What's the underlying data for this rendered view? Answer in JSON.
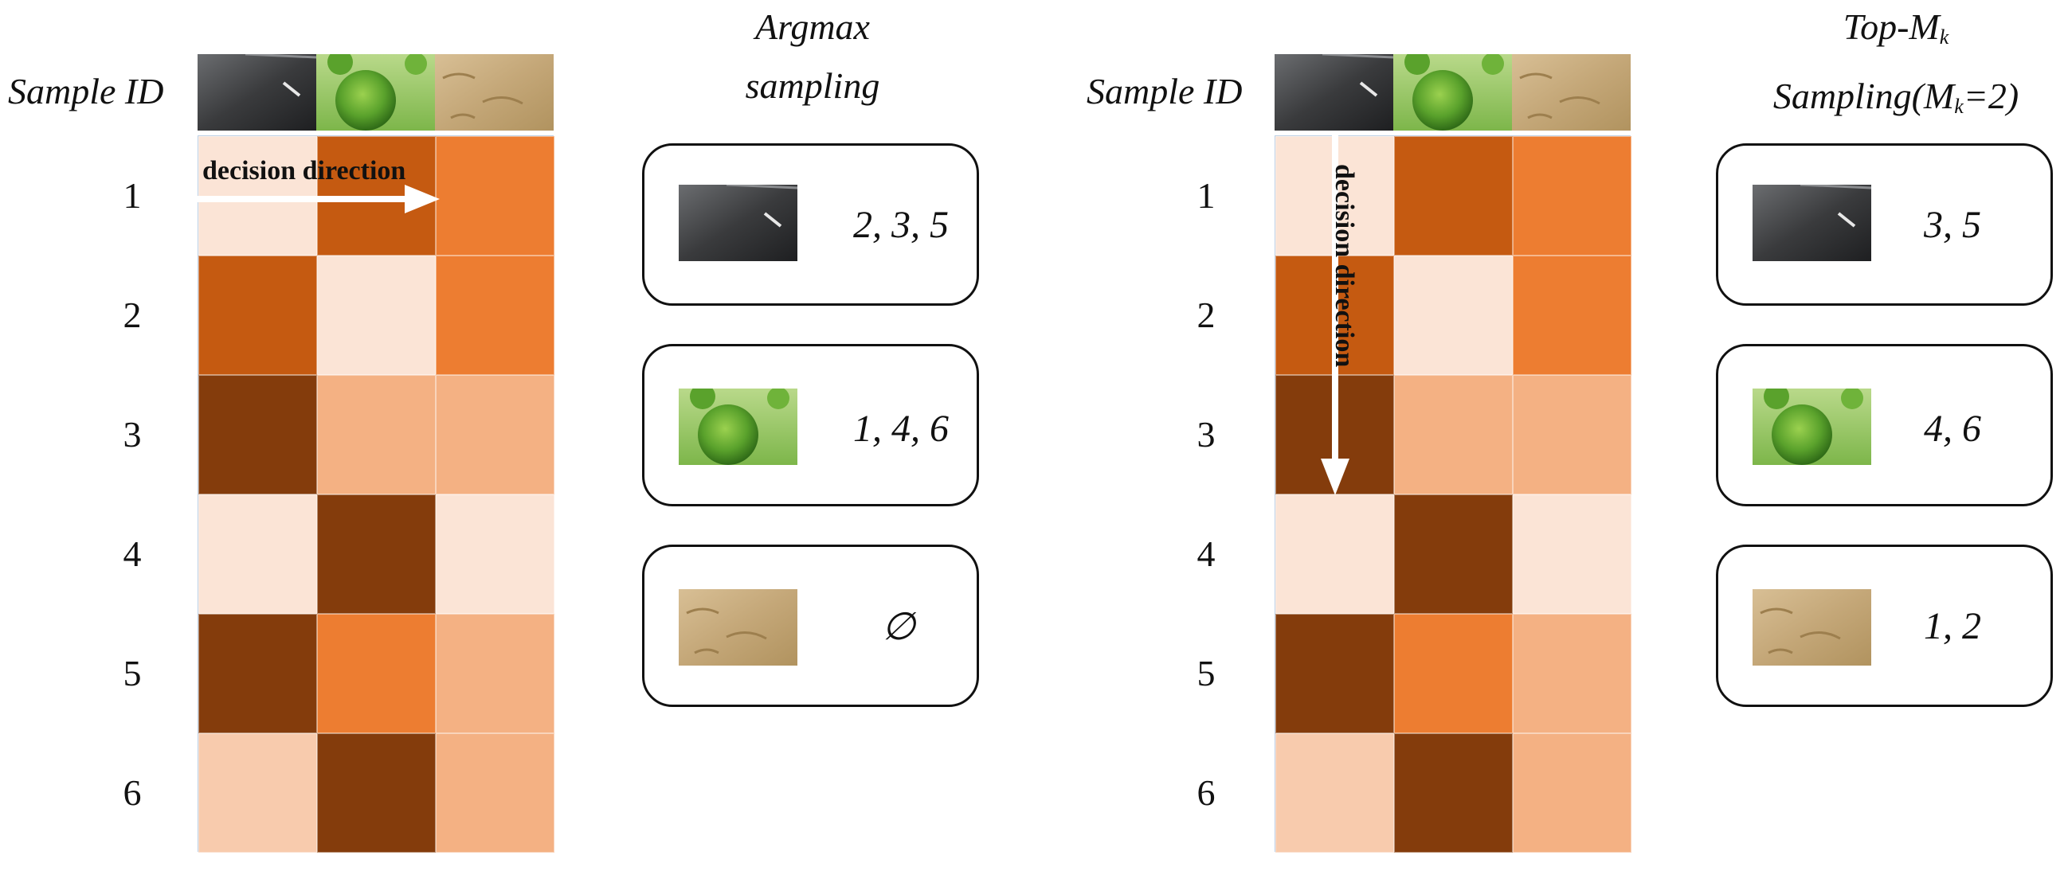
{
  "left_panel": {
    "axis_label": "Sample ID",
    "row_ids": [
      "1",
      "2",
      "3",
      "4",
      "5",
      "6"
    ],
    "arrow_label": "decision direction",
    "heading_line1": "Argmax",
    "heading_line2": "sampling",
    "groups": [
      {
        "image": "asphalt-road-image",
        "samples": "2, 3, 5"
      },
      {
        "image": "green-bush-image",
        "samples": "1, 4, 6"
      },
      {
        "image": "sand-image",
        "samples": "∅"
      }
    ],
    "matrix_colors": [
      [
        "#fbe4d6",
        "#c55a11",
        "#ed7d31"
      ],
      [
        "#c55a11",
        "#fbe4d6",
        "#ed7d31"
      ],
      [
        "#843c0c",
        "#f4b183",
        "#f4b183"
      ],
      [
        "#fbe4d6",
        "#843c0c",
        "#fbe4d6"
      ],
      [
        "#843c0c",
        "#ed7d31",
        "#f4b183"
      ],
      [
        "#f8cbad",
        "#843c0c",
        "#f4b183"
      ]
    ]
  },
  "right_panel": {
    "axis_label": "Sample ID",
    "row_ids": [
      "1",
      "2",
      "3",
      "4",
      "5",
      "6"
    ],
    "arrow_label": "decision direction",
    "heading_line1_pre": "Top-M",
    "heading_line1_sub": "k",
    "heading_line2_pre": "Sampling(M",
    "heading_line2_sub": "k",
    "heading_line2_post": "=2)",
    "groups": [
      {
        "image": "asphalt-road-image",
        "samples": "3, 5"
      },
      {
        "image": "green-bush-image",
        "samples": "4, 6"
      },
      {
        "image": "sand-image",
        "samples": "1, 2"
      }
    ],
    "matrix_colors": [
      [
        "#fbe4d6",
        "#c55a11",
        "#ed7d31"
      ],
      [
        "#c55a11",
        "#fbe4d6",
        "#ed7d31"
      ],
      [
        "#843c0c",
        "#f4b183",
        "#f4b183"
      ],
      [
        "#fbe4d6",
        "#843c0c",
        "#fbe4d6"
      ],
      [
        "#843c0c",
        "#ed7d31",
        "#f4b183"
      ],
      [
        "#f8cbad",
        "#843c0c",
        "#f4b183"
      ]
    ]
  }
}
